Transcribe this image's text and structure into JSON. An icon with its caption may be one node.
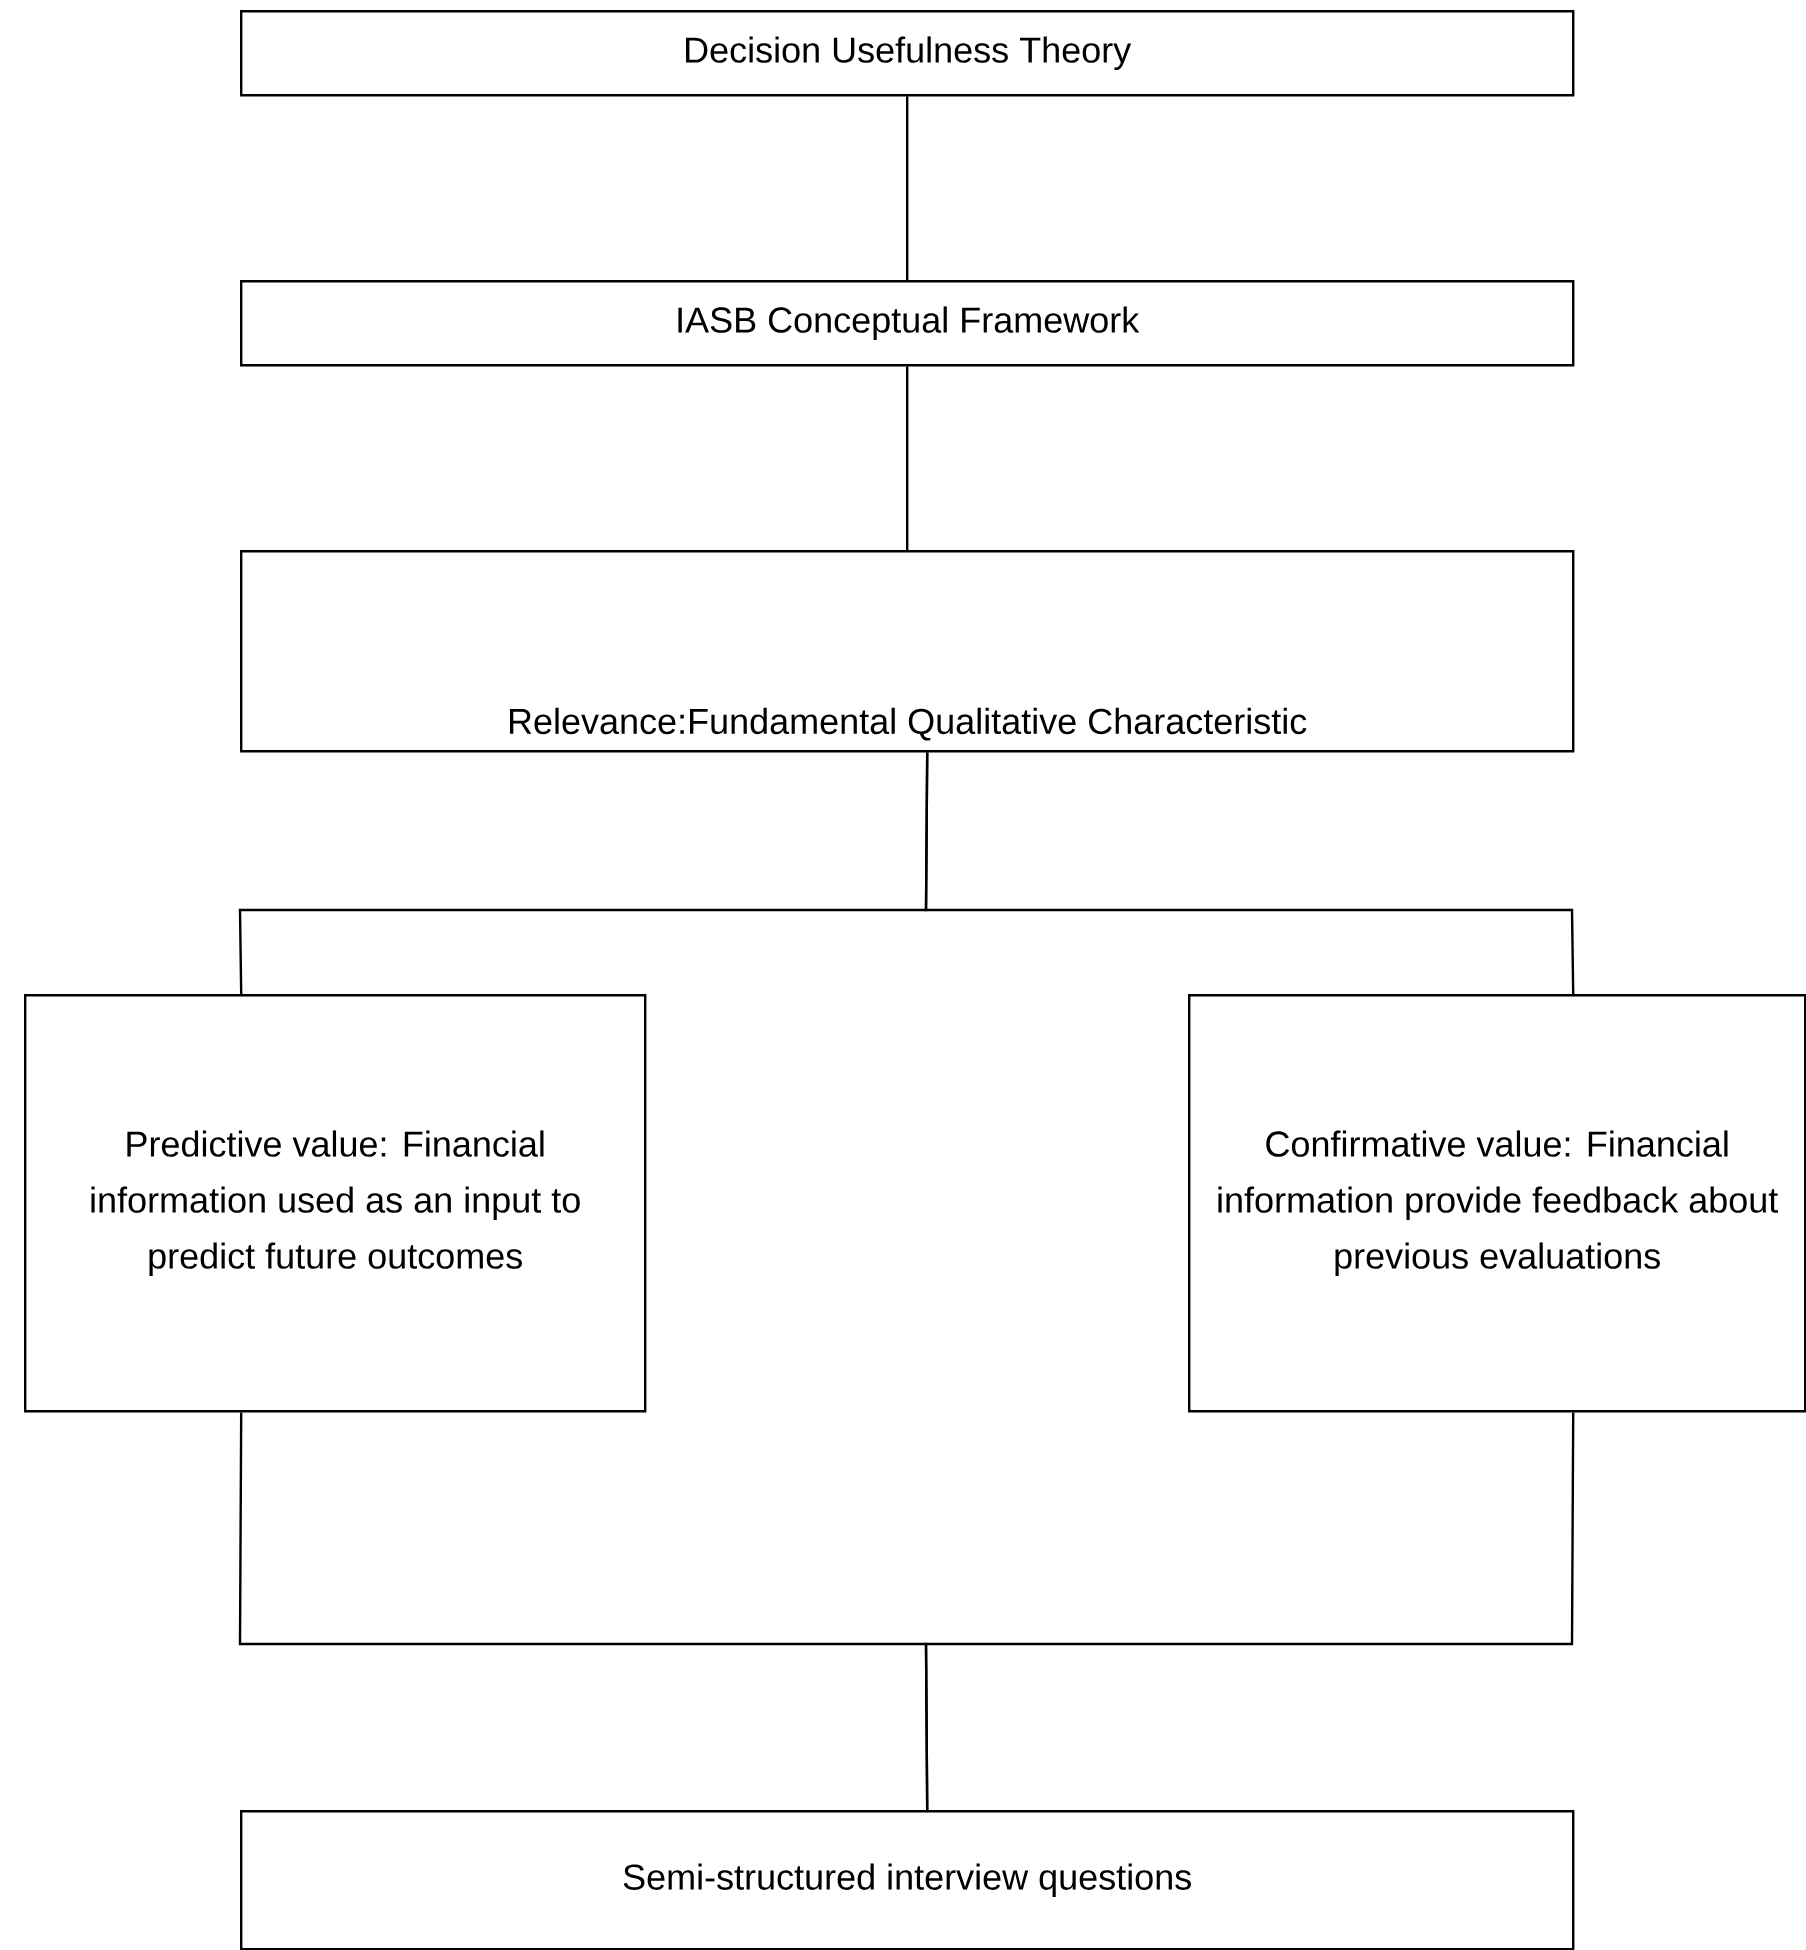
{
  "diagram": {
    "nodes": [
      {
        "text": [
          "Decision Usefulness Theory"
        ]
      },
      {
        "text": [
          "IASB Conceptual Framework"
        ]
      },
      {
        "text": [
          "Relevance:Fundamental Qualitative Characteristic"
        ]
      },
      {
        "text": [
          "Predictive value: Financial information used as an input to predict future outcomes"
        ]
      },
      {
        "text": [
          "Confirmative value: Financial information provide feedback about previous evaluations"
        ]
      },
      {
        "text": [
          "Semi-structured interview questions"
        ]
      }
    ],
    "edges": [
      {
        "from": 0,
        "to": 1,
        "arrow": "none"
      },
      {
        "from": 1,
        "to": 2,
        "arrow": "none"
      },
      {
        "from": 2,
        "to": 3,
        "arrow": "none"
      },
      {
        "from": 2,
        "to": 4,
        "arrow": "none"
      },
      {
        "from": 3,
        "to": 5,
        "arrow": "none"
      },
      {
        "from": 4,
        "to": 5,
        "arrow": "none"
      }
    ]
  }
}
